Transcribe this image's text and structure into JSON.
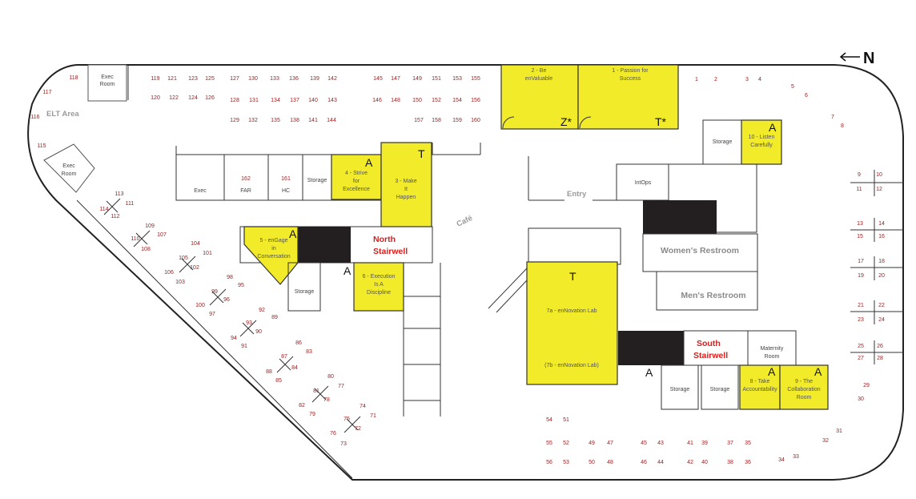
{
  "compass": {
    "label": "N"
  },
  "areas": {
    "elt": "ELT Area",
    "entry": "Entry",
    "cafe": "Café"
  },
  "stairs": {
    "north": [
      "North",
      "Stairwell"
    ],
    "south": [
      "South",
      "Stairwell"
    ]
  },
  "restrooms": {
    "women": "Women's Restroom",
    "men": "Men's Restroom"
  },
  "conference_rooms": [
    {
      "name": "1 - Passion for Success",
      "lines": [
        "1 - Passion for",
        "Success"
      ],
      "mark": "T*"
    },
    {
      "name": "2 - Be enValuable",
      "lines": [
        "2 - Be",
        "enValuable"
      ],
      "mark": "Z*"
    },
    {
      "name": "3 - Make It Happen",
      "lines": [
        "3 - Make",
        "It",
        "Happen"
      ],
      "mark": "T"
    },
    {
      "name": "4 - Strive for Excellence",
      "lines": [
        "4 - Strive",
        "for",
        "Excellence"
      ],
      "mark": "A"
    },
    {
      "name": "5 - enGage in Conversation",
      "lines": [
        "5 - enGage",
        "in",
        "Conversation"
      ],
      "mark": "A"
    },
    {
      "name": "6 - Execution Is A Discipline",
      "lines": [
        "6 - Execution",
        "Is A",
        "Discipline"
      ],
      "mark": "A"
    },
    {
      "name": "7a - enNovation Lab",
      "lines": [
        "7a - enNovation Lab",
        "(7b - enNovation Lab)"
      ],
      "mark": "T"
    },
    {
      "name": "8 - Take Accountability",
      "lines": [
        "8 - Take",
        "Accountability"
      ],
      "mark": "A"
    },
    {
      "name": "9 - The Collaboration Room",
      "lines": [
        "9 - The",
        "Collaboration",
        "Room"
      ],
      "mark": "A"
    },
    {
      "name": "10 - Listen Carefully",
      "lines": [
        "10 - Listen",
        "Carefully"
      ],
      "mark": "A"
    }
  ],
  "other_rooms": {
    "exec_room_top": [
      "Exec",
      "Room"
    ],
    "exec_room_left": [
      "Exec",
      "Room"
    ],
    "exec": "Exec",
    "far": [
      "162",
      "FAR"
    ],
    "hc": [
      "161",
      "HC"
    ],
    "storage": "Storage",
    "intops": "IntOps",
    "maternity": [
      "Maternity",
      "Room"
    ],
    "extra_a": "A"
  },
  "desk_numbers": [
    "118",
    "117",
    "116",
    "115",
    "119",
    "121",
    "123",
    "125",
    "127",
    "130",
    "133",
    "136",
    "139",
    "142",
    "145",
    "147",
    "149",
    "151",
    "153",
    "155",
    "120",
    "122",
    "124",
    "126",
    "128",
    "131",
    "134",
    "137",
    "140",
    "143",
    "146",
    "148",
    "150",
    "152",
    "154",
    "156",
    "129",
    "132",
    "135",
    "138",
    "141",
    "144",
    "157",
    "158",
    "159",
    "160",
    "1",
    "2",
    "3",
    "4",
    "5",
    "6",
    "7",
    "8",
    "9",
    "10",
    "11",
    "12",
    "13",
    "14",
    "15",
    "16",
    "17",
    "18",
    "19",
    "20",
    "21",
    "22",
    "23",
    "24",
    "25",
    "26",
    "27",
    "28",
    "29",
    "30",
    "31",
    "32",
    "33",
    "34",
    "113",
    "111",
    "114",
    "112",
    "109",
    "107",
    "110",
    "108",
    "104",
    "101",
    "105",
    "102",
    "106",
    "103",
    "98",
    "95",
    "99",
    "96",
    "100",
    "97",
    "92",
    "89",
    "93",
    "90",
    "94",
    "91",
    "86",
    "83",
    "87",
    "84",
    "88",
    "85",
    "80",
    "77",
    "81",
    "78",
    "82",
    "79",
    "74",
    "71",
    "75",
    "72",
    "76",
    "73",
    "54",
    "51",
    "55",
    "52",
    "56",
    "53",
    "49",
    "47",
    "50",
    "48",
    "45",
    "43",
    "46",
    "44",
    "41",
    "39",
    "42",
    "40",
    "37",
    "35",
    "38",
    "36"
  ]
}
